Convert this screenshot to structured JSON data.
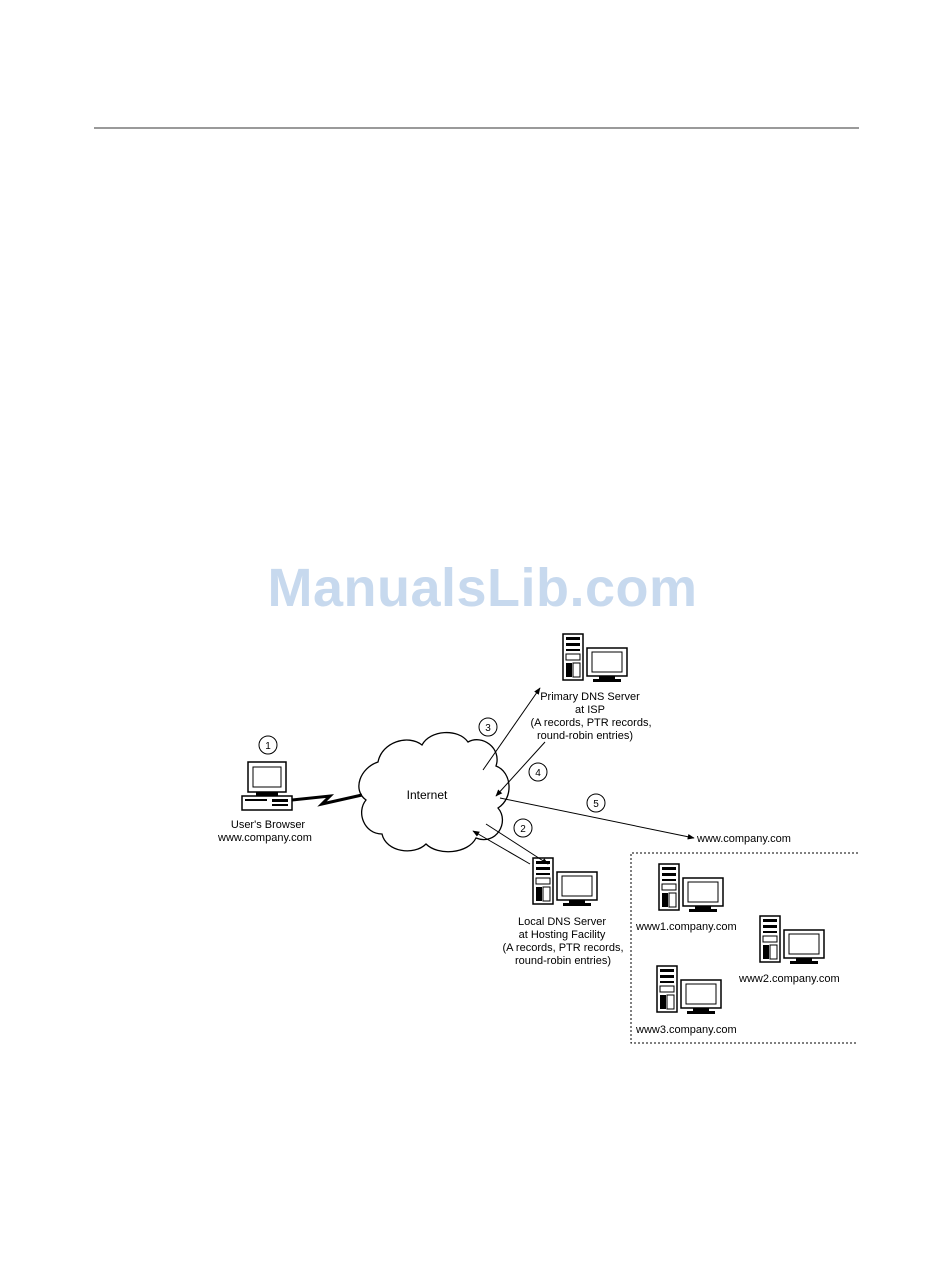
{
  "watermark": "ManualsLib.com",
  "diagram": {
    "cloud_label": "Internet",
    "user": {
      "lines": [
        "User's Browser",
        "www.company.com"
      ]
    },
    "primary_dns": {
      "lines": [
        "Primary DNS Server",
        "at ISP",
        "(A records, PTR records,",
        "round-robin entries)"
      ]
    },
    "local_dns": {
      "lines": [
        "Local DNS Server",
        "at Hosting Facility",
        "(A records, PTR records,",
        "round-robin entries)"
      ]
    },
    "destination": "www.company.com",
    "servers": [
      "www1.company.com",
      "www2.company.com",
      "www3.company.com"
    ],
    "steps": [
      "1",
      "2",
      "3",
      "4",
      "5"
    ]
  }
}
